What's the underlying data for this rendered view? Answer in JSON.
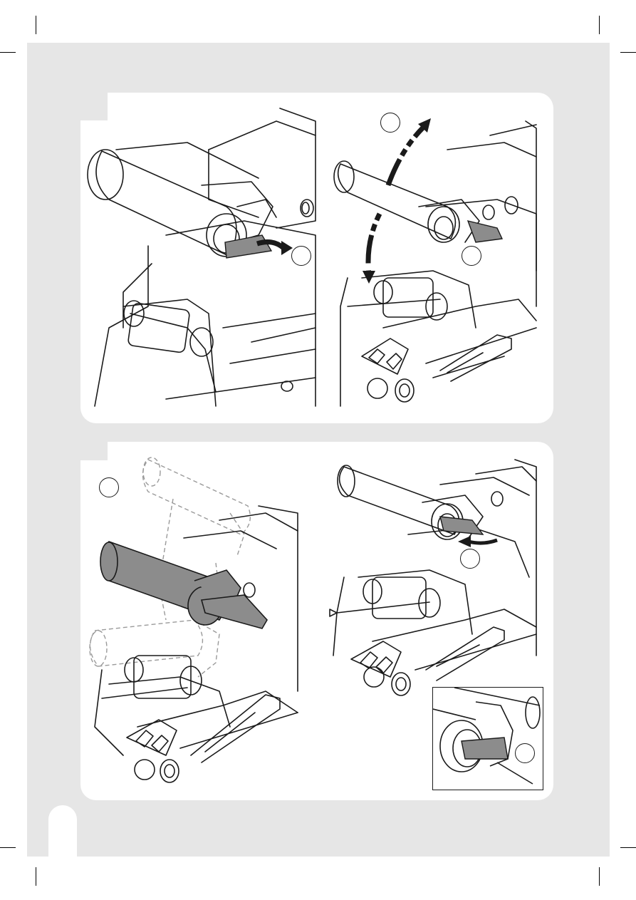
{
  "page": {
    "background_color": "#e6e6e6",
    "panel_color": "#ffffff",
    "shaded_part_color": "#8c8c8c",
    "ghost_line_color": "#9a9a9a",
    "line_color": "#1a1a1a"
  },
  "figures": [
    {
      "id": "A1",
      "description_icon": "roller-lever-release-icon"
    },
    {
      "id": "A2",
      "description_icon": "roller-swing-up-down-icon"
    },
    {
      "id": "B1",
      "description_icon": "roller-positions-icon"
    },
    {
      "id": "B2",
      "description_icon": "roller-lever-lock-icon"
    },
    {
      "id": "B2-inset",
      "description_icon": "lever-detail-icon"
    }
  ]
}
